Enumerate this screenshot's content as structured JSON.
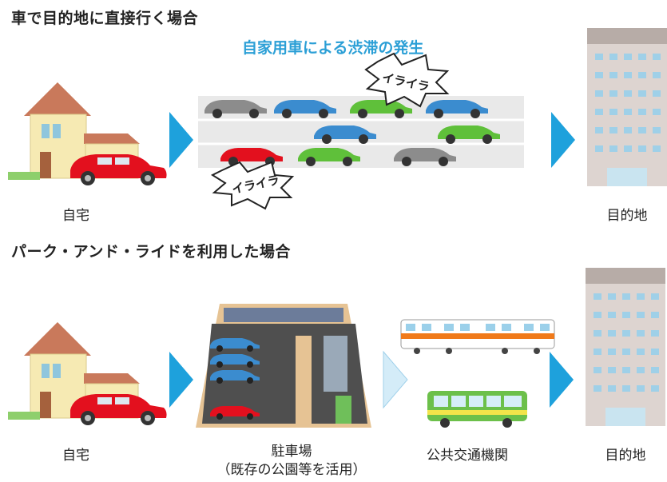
{
  "scenario_direct": {
    "heading": "車で目的地に直接行く場合",
    "congestion_title": "自家用車による渋滞の発生",
    "irritation_1": "イライラ",
    "irritation_2": "イライラ",
    "home_label": "自宅",
    "destination_label": "目的地"
  },
  "scenario_park_ride": {
    "heading": "パーク・アンド・ライドを利用した場合",
    "home_label": "自宅",
    "parking_label": "駐車場",
    "parking_note": "（既存の公園等を活用）",
    "transit_label": "公共交通機関",
    "destination_label": "目的地"
  },
  "colors": {
    "arrow": "#1ea1dc",
    "arrow_light": "#d4ecf8",
    "car_red": "#e3101e",
    "car_blue": "#3b8ccf",
    "car_green": "#5fc03a",
    "car_gray": "#8c8c8c",
    "house_wall": "#f6eab3",
    "roof": "#c9795b",
    "building": "#ddd4d0"
  }
}
